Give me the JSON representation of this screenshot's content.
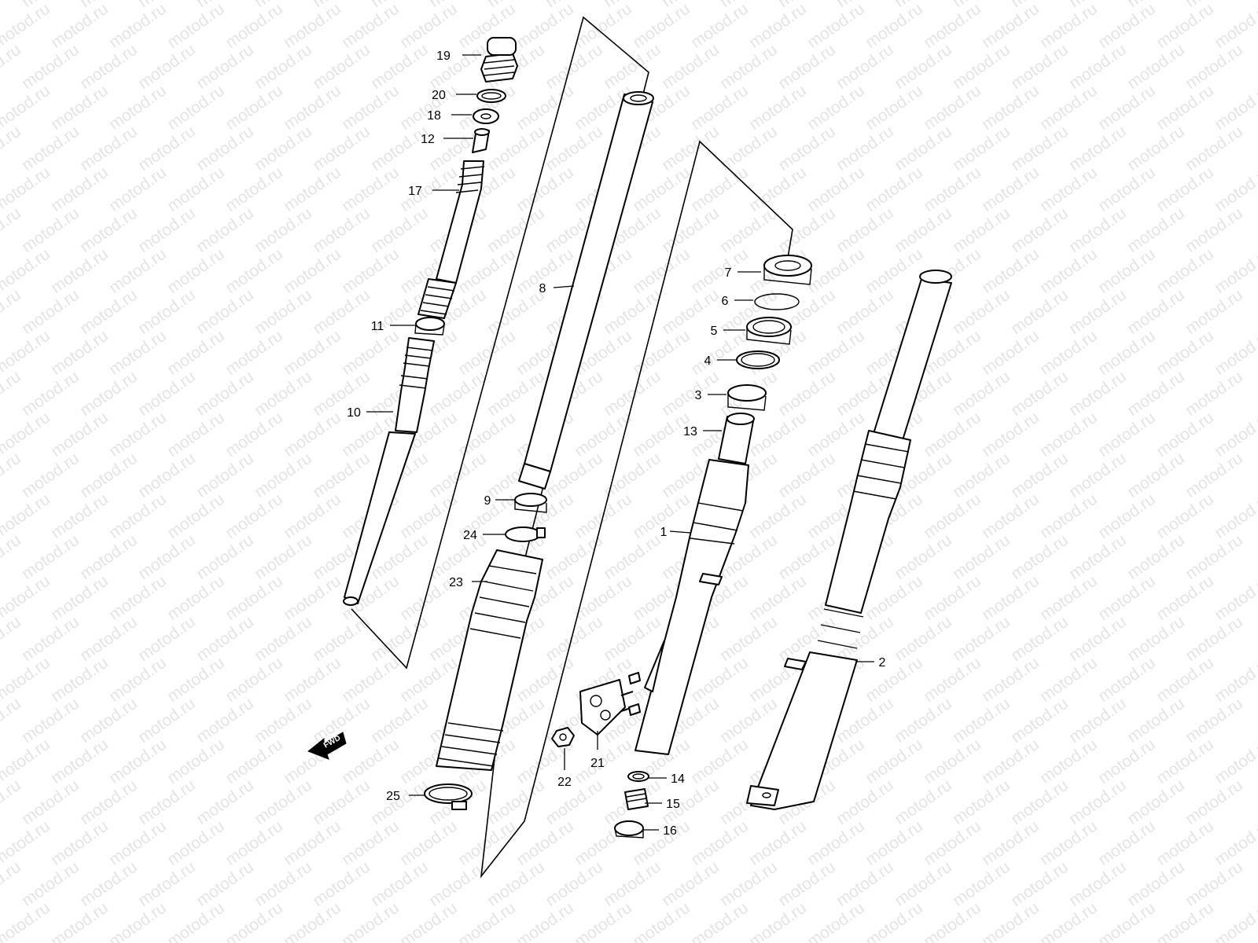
{
  "watermark": {
    "text": "motod.ru",
    "color": "#e4e4e4"
  },
  "direction_badge": {
    "label": "FWD",
    "icon": "arrow-fwd-icon"
  },
  "callouts": [
    {
      "id": "19",
      "label": "19"
    },
    {
      "id": "20",
      "label": "20"
    },
    {
      "id": "18",
      "label": "18"
    },
    {
      "id": "12",
      "label": "12"
    },
    {
      "id": "17",
      "label": "17"
    },
    {
      "id": "8",
      "label": "8"
    },
    {
      "id": "11",
      "label": "11"
    },
    {
      "id": "10",
      "label": "10"
    },
    {
      "id": "9",
      "label": "9"
    },
    {
      "id": "24",
      "label": "24"
    },
    {
      "id": "23",
      "label": "23"
    },
    {
      "id": "25",
      "label": "25"
    },
    {
      "id": "7",
      "label": "7"
    },
    {
      "id": "6",
      "label": "6"
    },
    {
      "id": "5",
      "label": "5"
    },
    {
      "id": "4",
      "label": "4"
    },
    {
      "id": "3",
      "label": "3"
    },
    {
      "id": "13",
      "label": "13"
    },
    {
      "id": "1",
      "label": "1"
    },
    {
      "id": "2",
      "label": "2"
    },
    {
      "id": "21",
      "label": "21"
    },
    {
      "id": "22",
      "label": "22"
    },
    {
      "id": "14",
      "label": "14"
    },
    {
      "id": "15",
      "label": "15"
    },
    {
      "id": "16",
      "label": "16"
    }
  ]
}
